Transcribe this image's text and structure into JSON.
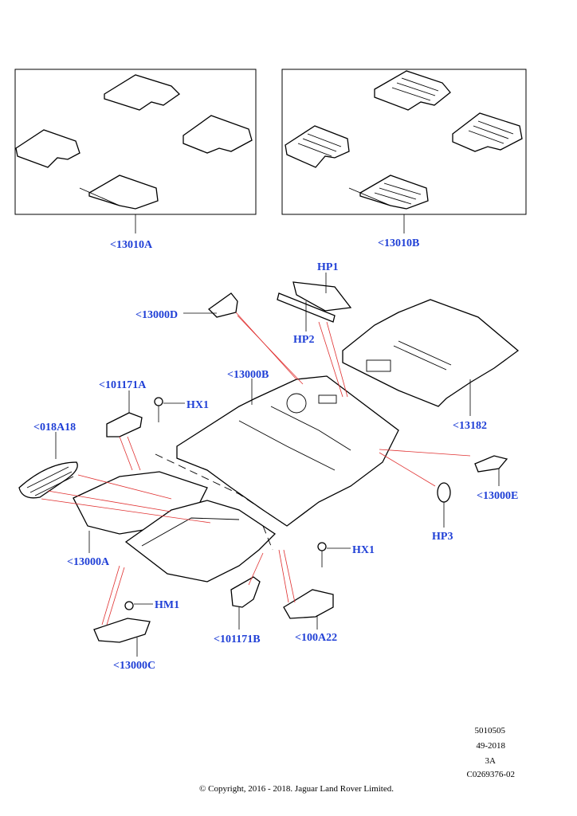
{
  "callouts": {
    "c13010A": "<13010A",
    "c13010B": "<13010B",
    "cHP1": "HP1",
    "cHP2": "HP2",
    "c13000D": "<13000D",
    "c13000B": "<13000B",
    "c101171A": "<101171A",
    "cHX1a": "HX1",
    "c018A18": "<018A18",
    "c13182": "<13182",
    "c13000E": "<13000E",
    "cHP3": "HP3",
    "c13000A": "<13000A",
    "cHX1b": "HX1",
    "cHM1": "HM1",
    "c101171B": "<101171B",
    "c100A22": "<100A22",
    "c13000C": "<13000C"
  },
  "footer": {
    "ref1": "5010505",
    "ref2": "49-2018",
    "ref3": "3A",
    "ref4": "C0269376-02",
    "copyright": "© Copyright, 2016 - 2018. Jaguar Land Rover Limited."
  }
}
